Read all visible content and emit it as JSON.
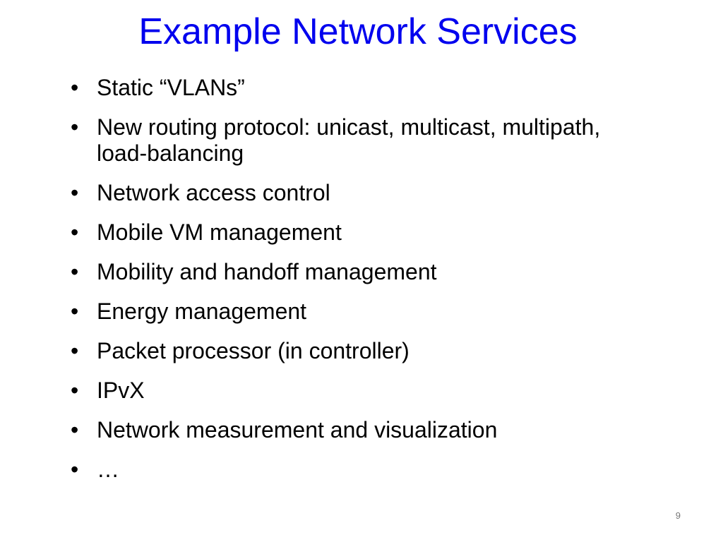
{
  "slide": {
    "title": "Example Network Services",
    "bullet_marker": "•",
    "bullets": [
      "Static “VLANs”",
      "New routing protocol: unicast, multicast, multipath, load-balancing",
      "Network access control",
      "Mobile VM management",
      "Mobility and handoff management",
      "Energy management",
      "Packet processor (in controller)",
      "IPvX",
      "Network measurement and visualization",
      "…"
    ],
    "page_number": "9",
    "colors": {
      "title": "#0000ee",
      "body_text": "#000000",
      "page_number": "#777777",
      "background": "#ffffff"
    }
  }
}
